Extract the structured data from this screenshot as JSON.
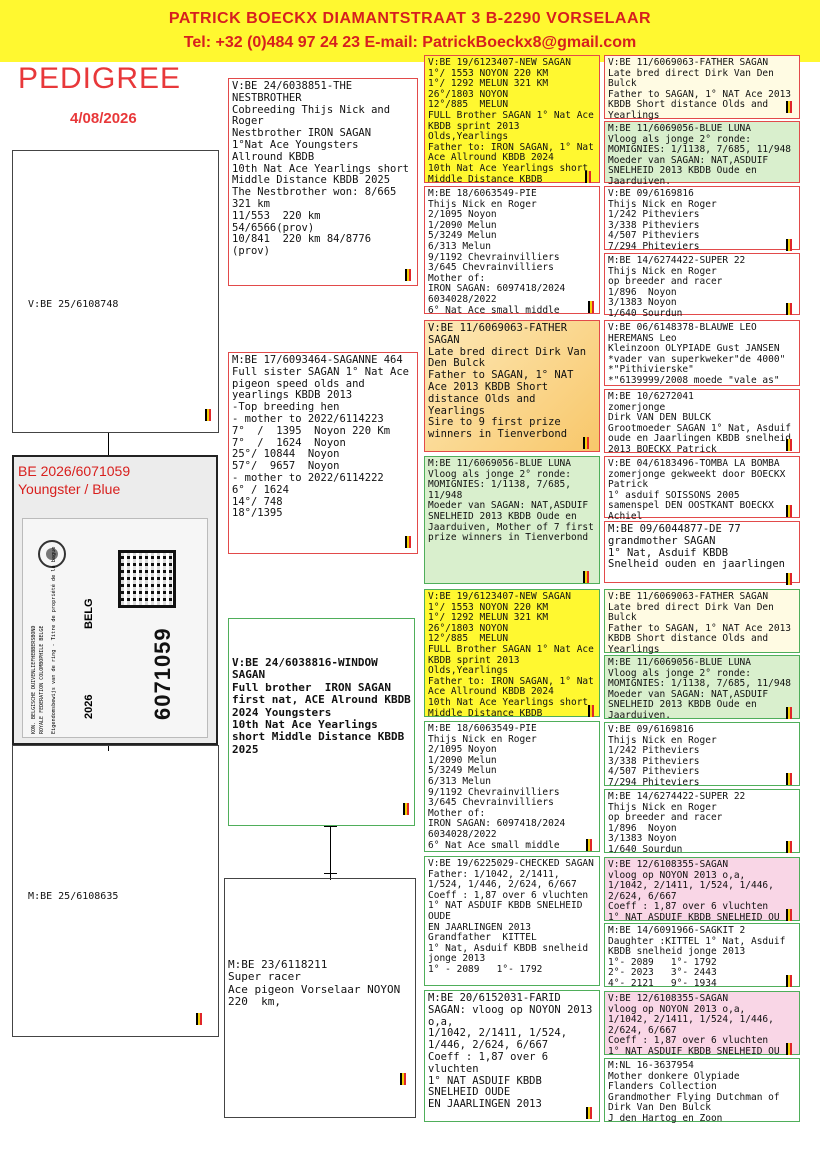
{
  "header": {
    "line1": "PATRICK BOECKX    DIAMANTSTRAAT 3   B-2290  VORSELAAR",
    "line2": "Tel: +32 (0)484 97 24 23   E-mail: PatrickBoeckx8@gmail.com"
  },
  "title": "PEDIGREE",
  "date": "4/08/2026",
  "bird": {
    "ring": "BE 2026/6071059",
    "desc": "Youngster / Blue",
    "ring_number": "6071059",
    "ring_labels": [
      "BELG",
      "2026",
      "KON. BELGISCHE DUIVENLIEFHEBBERSBOND",
      "ROYALE FEDERATION COLOMBOPHILE BELGE",
      "Eigendomsbewijs van de ring - Titre de propriété de la bague"
    ]
  },
  "colors": {
    "red": "#e8383a",
    "yellow": "#fff830",
    "green": "#4fae5a",
    "pink": "#f9d6e6"
  },
  "gen1": {
    "sire": "V:BE 25/6108748",
    "dam": "M:BE 25/6108635"
  },
  "gen2": {
    "ss": "V:BE 24/6038851-THE NESTBROTHER\nCobreeding Thijs Nick and Roger\nNestbrother IRON SAGAN\n1°Nat Ace Youngsters Allround KBDB\n10th Nat Ace Yearlings short Middle Distance KBDB 2025\nThe Nestbrother won: 8/665 321 km\n11/553  220 km\n54/6566(prov)\n10/841  220 km 84/8776 (prov)",
    "sd": "M:BE 17/6093464-SAGANNE 464\nFull sister SAGAN 1° Nat Ace pigeon speed olds and yearlings KBDB 2013\n-Top breeding hen\n- mother to 2022/6114223\n7°  /  1395  Noyon 220 Km\n7°  /  1624  Noyon\n25°/ 10844  Noyon\n57°/  9657  Noyon\n- mother to 2022/6114222\n6° / 1624\n14°/ 748\n18°/1395",
    "ds": "V:BE 24/6038816-WINDOW SAGAN\nFull brother  IRON SAGAN\nfirst nat, ACE Alround KBDB 2024 Youngsters\n10th Nat Ace Yearlings short Middle Distance KBDB 2025",
    "dd": "M:BE 23/6118211\nSuper racer\nAce pigeon Vorselaar NOYON 220  km,"
  },
  "gen3": {
    "a": "V:BE 19/6123407-NEW SAGAN\n1°/ 1553 NOYON 220 KM\n1°/ 1292 MELUN 321 KM\n26°/1803 NOYON\n12°/885  MELUN\nFULL Brother SAGAN 1° Nat Ace KBDB sprint 2013 Olds,Yearlings\nFather to: IRON SAGAN, 1° Nat Ace Allround KBDB 2024\n10th Nat Ace Yearlings short Middle Distance KBDB",
    "b": "M:BE 18/6063549-PIE\nThijs Nick en Roger\n2/1095 Noyon\n1/2090 Melun\n5/3249 Melun\n6/313 Melun\n9/1192 Chevrainvilliers\n3/645 Chevrainvilliers\nMother of:\nIRON SAGAN: 6097418/2024\n6034028/2022\n6° Nat Ace small middle",
    "c": "V:BE 11/6069063-FATHER SAGAN\nLate bred direct Dirk Van Den Bulck\nFather to SAGAN, 1° NAT Ace 2013 KBDB Short distance Olds and Yearlings\nSire to 9 first prize winners in Tienverbond",
    "d": "M:BE 11/6069056-BLUE LUNA\nVloog als jonge 2° ronde:\nMOMIGNIES: 1/1138, 7/685, 11/948\nMoeder van SAGAN: NAT,ASDUIF SNELHEID 2013 KBDB Oude en Jaarduiven, Mother of 7 first prize winners in Tienverbond",
    "e": "V:BE 19/6123407-NEW SAGAN\n1°/ 1553 NOYON 220 KM\n1°/ 1292 MELUN 321 KM\n26°/1803 NOYON\n12°/885  MELUN\nFULL Brother SAGAN 1° Nat Ace KBDB sprint 2013 Olds,Yearlings\nFather to: IRON SAGAN, 1° Nat Ace Allround KBDB 2024\n10th Nat Ace Yearlings short Middle Distance KBDB",
    "f": "M:BE 18/6063549-PIE\nThijs Nick en Roger\n2/1095 Noyon\n1/2090 Melun\n5/3249 Melun\n6/313 Melun\n9/1192 Chevrainvilliers\n3/645 Chevrainvilliers\nMother of:\nIRON SAGAN: 6097418/2024\n6034028/2022\n6° Nat Ace small middle",
    "g": "V:BE 19/6225029-CHECKED SAGAN\nFather: 1/1042, 2/1411, 1/524, 1/446, 2/624, 6/667\nCoeff : 1,87 over 6 vluchten\n1° NAT ASDUIF KBDB SNELHEID OUDE\nEN JAARLINGEN 2013\nGrandfather  KITTEL\n1° Nat, Asduif KBDB snelheid jonge 2013\n1° - 2089   1°- 1792",
    "h": "M:BE 20/6152031-FARID\nSAGAN: vloog op NOYON 2013 o,a,\n1/1042, 2/1411, 1/524, 1/446, 2/624, 6/667\nCoeff : 1,87 over 6 vluchten\n1° NAT ASDUIF KBDB SNELHEID OUDE\nEN JAARLINGEN 2013"
  },
  "gen4": [
    "V:BE 11/6069063-FATHER SAGAN\nLate bred direct Dirk Van Den Bulck\nFather to SAGAN, 1° NAT Ace 2013 KBDB Short distance Olds and Yearlings",
    "M:BE 11/6069056-BLUE LUNA\nVloog als jonge 2° ronde:\nMOMIGNIES: 1/1138, 7/685, 11/948\nMoeder van SAGAN: NAT,ASDUIF SNELHEID 2013 KBDB Oude en Jaarduiven.",
    "V:BE 09/6169816\nThijs Nick en Roger\n1/242 Pitheviers\n3/338 Pitheviers\n4/507 Pitheviers\n7/294 Phiteviers",
    "M:BE 14/6274422-SUPER 22\nThijs Nick en Roger\nop breeder and racer\n1/896  Noyon\n3/1383 Noyon\n1/640 Sourdun",
    "V:BE 06/6148378-BLAUWE LEO HEREMANS Leo\nKleinzoon OLYPIADE Gust JANSEN\n*vader van superkweker\"de 4000\"\n*\"Pithivierske\"\n*\"6139999/2008 moede \"vale as\"",
    "M:BE 10/6272041\nzomerjonge\nDirk VAN DEN BULCK\nGrootmoeder SAGAN 1° Nat, Asduif oude en Jaarlingen KBDB snelheid 2013 BOECKX Patrick",
    "V:BE 04/6183496-TOMBA LA BOMBA\nzomerjonge gekweekt door BOECKX Patrick\n1° asduif SOISSONS 2005 samenspel DEN OOSTKANT BOECKX Achiel",
    "M:BE 09/6044877-DE 77\ngrandmother SAGAN\n1° Nat, Asduif KBDB\nSnelheid ouden en jaarlingen",
    "V:BE 11/6069063-FATHER SAGAN\nLate bred direct Dirk Van Den Bulck\nFather to SAGAN, 1° NAT Ace 2013 KBDB Short distance Olds and Yearlings",
    "M:BE 11/6069056-BLUE LUNA\nVloog als jonge 2° ronde:\nMOMIGNIES: 1/1138, 7/685, 11/948\nMoeder van SAGAN: NAT,ASDUIF SNELHEID 2013 KBDB Oude en Jaarduiven.",
    "V:BE 09/6169816\nThijs Nick en Roger\n1/242 Pitheviers\n3/338 Pitheviers\n4/507 Pitheviers\n7/294 Phiteviers",
    "M:BE 14/6274422-SUPER 22\nThijs Nick en Roger\nop breeder and racer\n1/896  Noyon\n3/1383 Noyon\n1/640 Sourdun",
    "V:BE 12/6108355-SAGAN\nvloog op NOYON 2013 o,a,\n1/1042, 2/1411, 1/524, 1/446, 2/624, 6/667\nCoeff : 1,87 over 6 vluchten\n1° NAT ASDUIF KBDB SNELHEID OU",
    "M:BE 14/6091966-SAGKIT 2\nDaughter :KITTEL 1° Nat, Asduif KBDB snelheid jonge 2013\n1°- 2089   1°- 1792\n2°- 2023   3°- 2443\n4°- 2121   9°- 1934",
    "V:BE 12/6108355-SAGAN\nvloog op NOYON 2013 o,a,\n1/1042, 2/1411, 1/524, 1/446, 2/624, 6/667\nCoeff : 1,87 over 6 vluchten\n1° NAT ASDUIF KBDB SNELHEID OU",
    "M:NL 16-3637954\nMother donkere Olypiade\nFlanders Collection\nGrandmother Flying Dutchman of Dirk Van Den Bulck\nJ den Hartog en Zoon"
  ]
}
